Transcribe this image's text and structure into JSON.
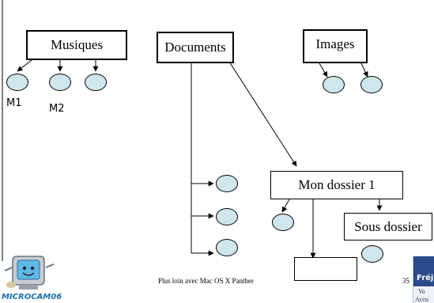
{
  "boxes": {
    "musiques": "Musiques",
    "documents": "Documents",
    "images": "Images",
    "mon_dossier": "Mon dossier 1",
    "sous_dossier": "Sous dossier"
  },
  "labels": {
    "m1": "M1",
    "m2": "M2"
  },
  "footer": {
    "title": "Plus loin avec Mac OS X Panther",
    "page_number": "35"
  },
  "logo": {
    "text": "MICROCAM06"
  },
  "corner_badge": {
    "text_1": "Fréj",
    "text_2": "Vo",
    "text_3": "Accu"
  },
  "colors": {
    "oval_fill": "#cfe6ee",
    "line": "#000000",
    "logo_text": "#1a6fb0"
  }
}
